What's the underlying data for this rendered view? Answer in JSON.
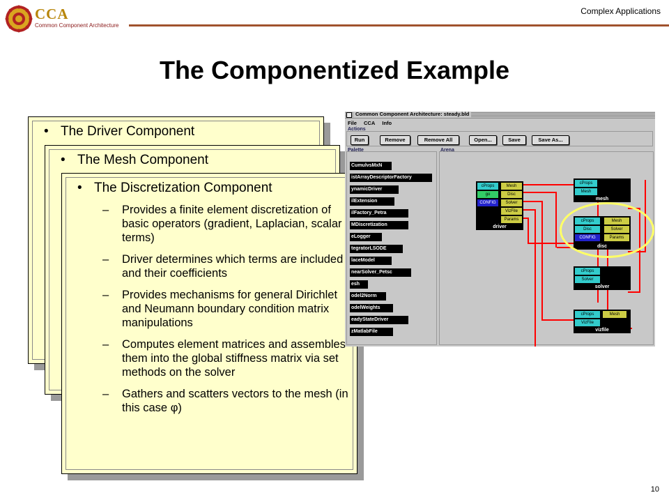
{
  "header": {
    "logo_title": "CCA",
    "logo_subtitle": "Common Component Architecture",
    "section": "Complex Applications"
  },
  "slide": {
    "title": "The Componentized Example",
    "page_number": "10"
  },
  "cards": [
    {
      "heading": "The Driver Component",
      "bullet": "•"
    },
    {
      "heading": "The Mesh Component",
      "bullet": "•"
    },
    {
      "heading": "The Discretization Component",
      "bullet": "•",
      "items": [
        "Provides a finite element discretization of basic operators (gradient, Laplacian, scalar terms)",
        "Driver determines which terms are included and their coefficients",
        "Provides mechanisms for general Dirichlet and Neumann boundary condition matrix manipulations",
        "Computes element matrices and assembles them into the global stiffness matrix via set methods on the solver",
        "Gathers and scatters vectors to the mesh (in this case φ)"
      ]
    }
  ],
  "screenshot": {
    "window_title": "Common Component Architecture: steady.bld",
    "menu": [
      "File",
      "CCA",
      "Info"
    ],
    "actions_label": "Actions",
    "buttons": [
      "Run",
      "Remove",
      "Remove All",
      "Open...",
      "Save",
      "Save As..."
    ],
    "palette_label": "Palette",
    "arena_label": "Arena",
    "palette_items": [
      "CumulvsMxN",
      "istArrayDescriptorFactory",
      "ynamicDriver",
      "ilExtension",
      "ilFactory_Petra",
      "MDiscretization",
      "eLogger",
      "tegratorLSODE",
      "laceModel",
      "nearSolver_Petsc",
      "esh",
      "odel2Norm",
      "odelWeights",
      "eadyStateDriver",
      "zMatlabFile"
    ],
    "components": {
      "driver": {
        "name": "driver",
        "provides": [
          "cProps",
          "go",
          "CONFIG"
        ],
        "uses": [
          "Mesh",
          "Disc",
          "Solver",
          "VizFile",
          "Params"
        ]
      },
      "mesh": {
        "name": "mesh",
        "provides": [
          "cProps",
          "Mesh"
        ]
      },
      "disc": {
        "name": "disc",
        "provides": [
          "cProps",
          "Disc",
          "CONFIG"
        ],
        "uses": [
          "Mesh",
          "Solver",
          "Params"
        ]
      },
      "solver": {
        "name": "solver",
        "provides": [
          "cProps",
          "Solver"
        ]
      },
      "vizfile": {
        "name": "vizfile",
        "provides": [
          "cProps",
          "VizFile"
        ],
        "uses": [
          "Mesh"
        ]
      }
    },
    "colors": {
      "provides_port": "#33cccc",
      "uses_port": "#cccc44",
      "config_port": "#2222cc",
      "go_port": "#33cc66",
      "wire": "#ff0000",
      "highlight": "#ffff66"
    }
  }
}
